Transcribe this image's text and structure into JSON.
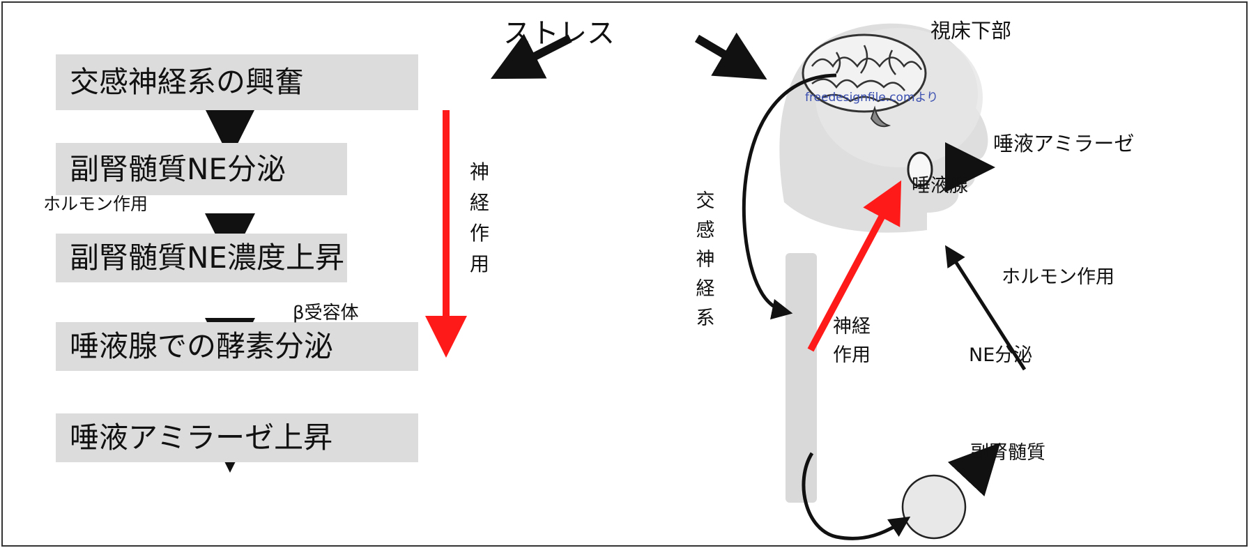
{
  "stress": "ストレス",
  "flow": {
    "step1": "交感神経系の興奮",
    "step2": "副腎髄質NE分泌",
    "step3": "副腎髄質NE濃度上昇",
    "step4": "唾液腺での酵素分泌",
    "step5": "唾液アミラーゼ上昇",
    "hormone_action": "ホルモン作用",
    "beta_receptor": "β受容体",
    "neural_action_vertical": "神経作用"
  },
  "body": {
    "hypothalamus": "視床下部",
    "credit": "freedesignfile.comより",
    "salivary_amylase": "唾液アミラーゼ",
    "salivary_gland": "唾液腺",
    "sympathetic_vertical": "交感神経系",
    "hormone_action": "ホルモン作用",
    "neural_action_line1": "神経",
    "neural_action_line2": "作用",
    "ne_secretion": "NE分泌",
    "adrenal_medulla": "副腎髄質"
  },
  "colors": {
    "box": "#dcdcdc",
    "red_arrow": "#ff1a1a",
    "black_arrow": "#111111",
    "credit_text": "#3a4fb0"
  }
}
